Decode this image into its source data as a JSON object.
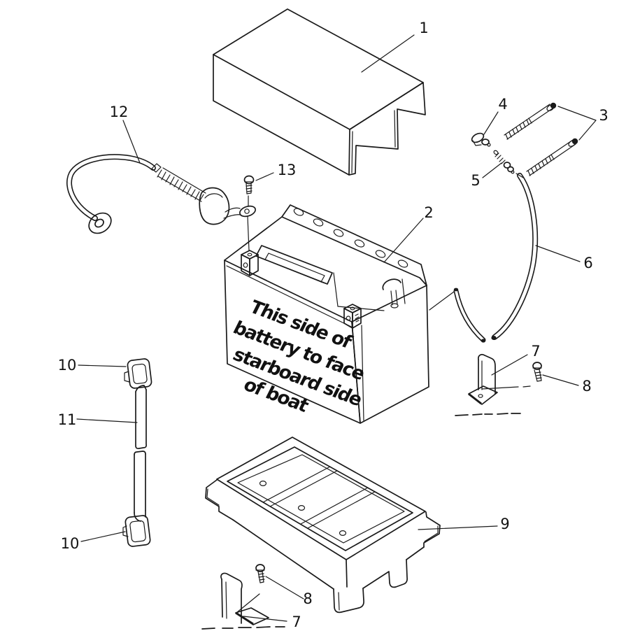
{
  "diagram": {
    "background_color": "#ffffff",
    "line_color": "#1a1a1a",
    "battery_text": [
      "This side of",
      "battery to face",
      "starboard side",
      "of boat"
    ],
    "callouts": {
      "c1": "1",
      "c2": "2",
      "c3": "3",
      "c4": "4",
      "c5": "5",
      "c6": "6",
      "c7": "7",
      "c8": "8",
      "c9": "9",
      "c10": "10",
      "c11": "11",
      "c12": "12",
      "c13": "13"
    }
  }
}
